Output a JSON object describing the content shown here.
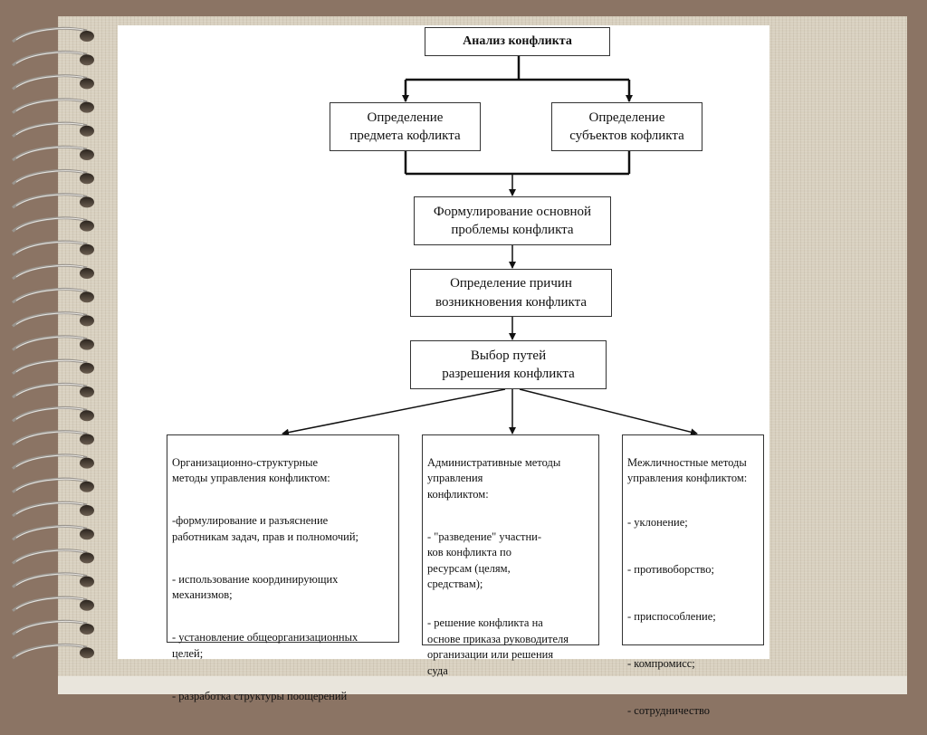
{
  "diagram": {
    "root": "Анализ конфликта",
    "subject": "Определение\nпредмета кофликта",
    "parties": "Определение\nсубъектов кофликта",
    "problem": "Формулирование основной\nпроблемы конфликта",
    "causes": "Определение причин\nвозникновения конфликта",
    "resolution": "Выбор путей\nразрешения конфликта",
    "methods": [
      {
        "heading": "Организационно-структурные\nметоды управления конфликтом:",
        "items": [
          "-формулирование и разъяснение\nработникам задач, прав и полномочий;",
          " - использование координирующих\nмеханизмов;",
          " - установление общеорганизационных\nцелей;",
          " - разработка структуры поощерений"
        ]
      },
      {
        "heading": "Административные методы\nуправления\nконфликтом:",
        "items": [
          " - \"разведение\" участни-\n   ков конфликта по\n   ресурсам (целям,\n   средствам);",
          "- решение конфликта на\n  основе приказа руководителя\n  организации или решения\n  суда"
        ]
      },
      {
        "heading": "Межличностные методы\nуправления конфликтом:",
        "items": [
          " - уклонение;",
          " - противоборство;",
          " - приспособление;",
          " - компромисс;",
          " - сотрудничество"
        ]
      }
    ]
  }
}
